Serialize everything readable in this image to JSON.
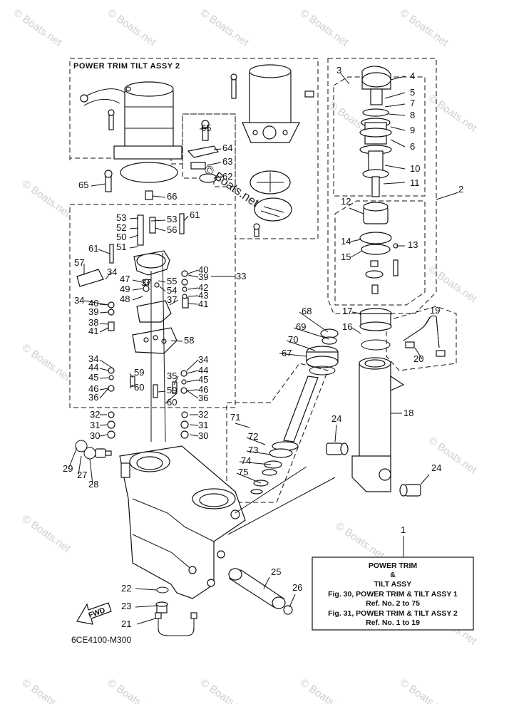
{
  "assy2_label": "POWER TRIM TILT ASSY 2",
  "diagram_code": "6CE4100-M300",
  "fwd_label": "FWD",
  "watermark_text": "© Boats.net",
  "legend": {
    "ref_number": "1",
    "title_line1": "POWER TRIM",
    "title_line2": "&",
    "title_line3": "TILT ASSY",
    "fig1": "Fig. 30, POWER TRIM & TILT ASSY 1",
    "ref1": "Ref. No. 2 to 75",
    "fig2": "Fig. 31, POWER TRIM & TILT ASSY 2",
    "ref2": "Ref. No. 1 to 19"
  },
  "callouts": [
    {
      "n": "2"
    },
    {
      "n": "3"
    },
    {
      "n": "4"
    },
    {
      "n": "5"
    },
    {
      "n": "6"
    },
    {
      "n": "7"
    },
    {
      "n": "8"
    },
    {
      "n": "9"
    },
    {
      "n": "10"
    },
    {
      "n": "11"
    },
    {
      "n": "12"
    },
    {
      "n": "13"
    },
    {
      "n": "14"
    },
    {
      "n": "15"
    },
    {
      "n": "16"
    },
    {
      "n": "17"
    },
    {
      "n": "18"
    },
    {
      "n": "19"
    },
    {
      "n": "20"
    },
    {
      "n": "21"
    },
    {
      "n": "22"
    },
    {
      "n": "23"
    },
    {
      "n": "24"
    },
    {
      "n": "24"
    },
    {
      "n": "25"
    },
    {
      "n": "26"
    },
    {
      "n": "27"
    },
    {
      "n": "28"
    },
    {
      "n": "29"
    },
    {
      "n": "30"
    },
    {
      "n": "30"
    },
    {
      "n": "31"
    },
    {
      "n": "31"
    },
    {
      "n": "32"
    },
    {
      "n": "32"
    },
    {
      "n": "33"
    },
    {
      "n": "34"
    },
    {
      "n": "34"
    },
    {
      "n": "34"
    },
    {
      "n": "34"
    },
    {
      "n": "35"
    },
    {
      "n": "36"
    },
    {
      "n": "36"
    },
    {
      "n": "37"
    },
    {
      "n": "37"
    },
    {
      "n": "38"
    },
    {
      "n": "39"
    },
    {
      "n": "39"
    },
    {
      "n": "40"
    },
    {
      "n": "40"
    },
    {
      "n": "41"
    },
    {
      "n": "41"
    },
    {
      "n": "42"
    },
    {
      "n": "43"
    },
    {
      "n": "44"
    },
    {
      "n": "44"
    },
    {
      "n": "45"
    },
    {
      "n": "45"
    },
    {
      "n": "46"
    },
    {
      "n": "46"
    },
    {
      "n": "47"
    },
    {
      "n": "48"
    },
    {
      "n": "49"
    },
    {
      "n": "50"
    },
    {
      "n": "51"
    },
    {
      "n": "52"
    },
    {
      "n": "53"
    },
    {
      "n": "53"
    },
    {
      "n": "54"
    },
    {
      "n": "55"
    },
    {
      "n": "56"
    },
    {
      "n": "57"
    },
    {
      "n": "58"
    },
    {
      "n": "59"
    },
    {
      "n": "59"
    },
    {
      "n": "60"
    },
    {
      "n": "60"
    },
    {
      "n": "61"
    },
    {
      "n": "61"
    },
    {
      "n": "62"
    },
    {
      "n": "63"
    },
    {
      "n": "64"
    },
    {
      "n": "65"
    },
    {
      "n": "65"
    },
    {
      "n": "66"
    },
    {
      "n": "67"
    },
    {
      "n": "68"
    },
    {
      "n": "69"
    },
    {
      "n": "70"
    },
    {
      "n": "71"
    },
    {
      "n": "72"
    },
    {
      "n": "73"
    },
    {
      "n": "74"
    },
    {
      "n": "75"
    }
  ]
}
